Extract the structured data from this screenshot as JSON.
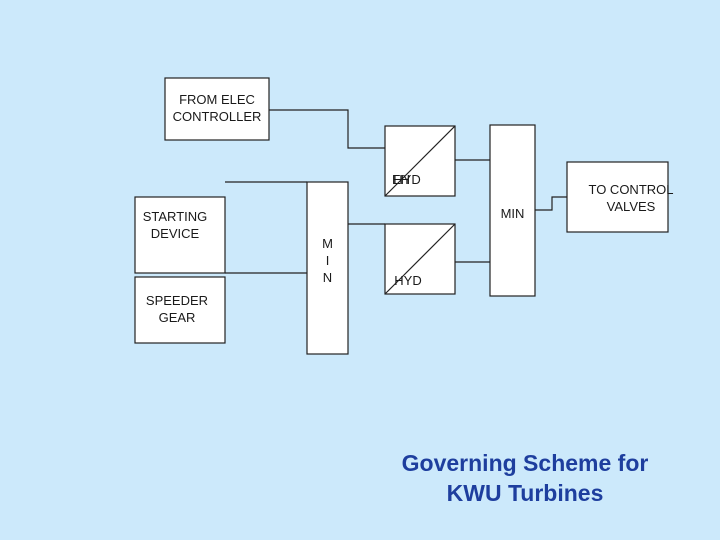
{
  "blocks": {
    "elec_controller": "FROM ELEC\nCONTROLLER",
    "starting_device": "STARTING\nDEVICE",
    "speeder_gear": "SPEEDER\nGEAR",
    "min_left": "M\nI\nN",
    "ehc_upper": "HYD",
    "ehc_upper_overlap": "EH",
    "hyd_lower": "HYD",
    "min_right": "MIN",
    "control_valves": "TO CONTROL\nVALVES"
  },
  "title": "Governing Scheme for\nKWU Turbines",
  "colors": {
    "background": "#cce9fb",
    "title": "#1e3e9e",
    "line": "#222222",
    "block_fill": "#ffffff"
  }
}
